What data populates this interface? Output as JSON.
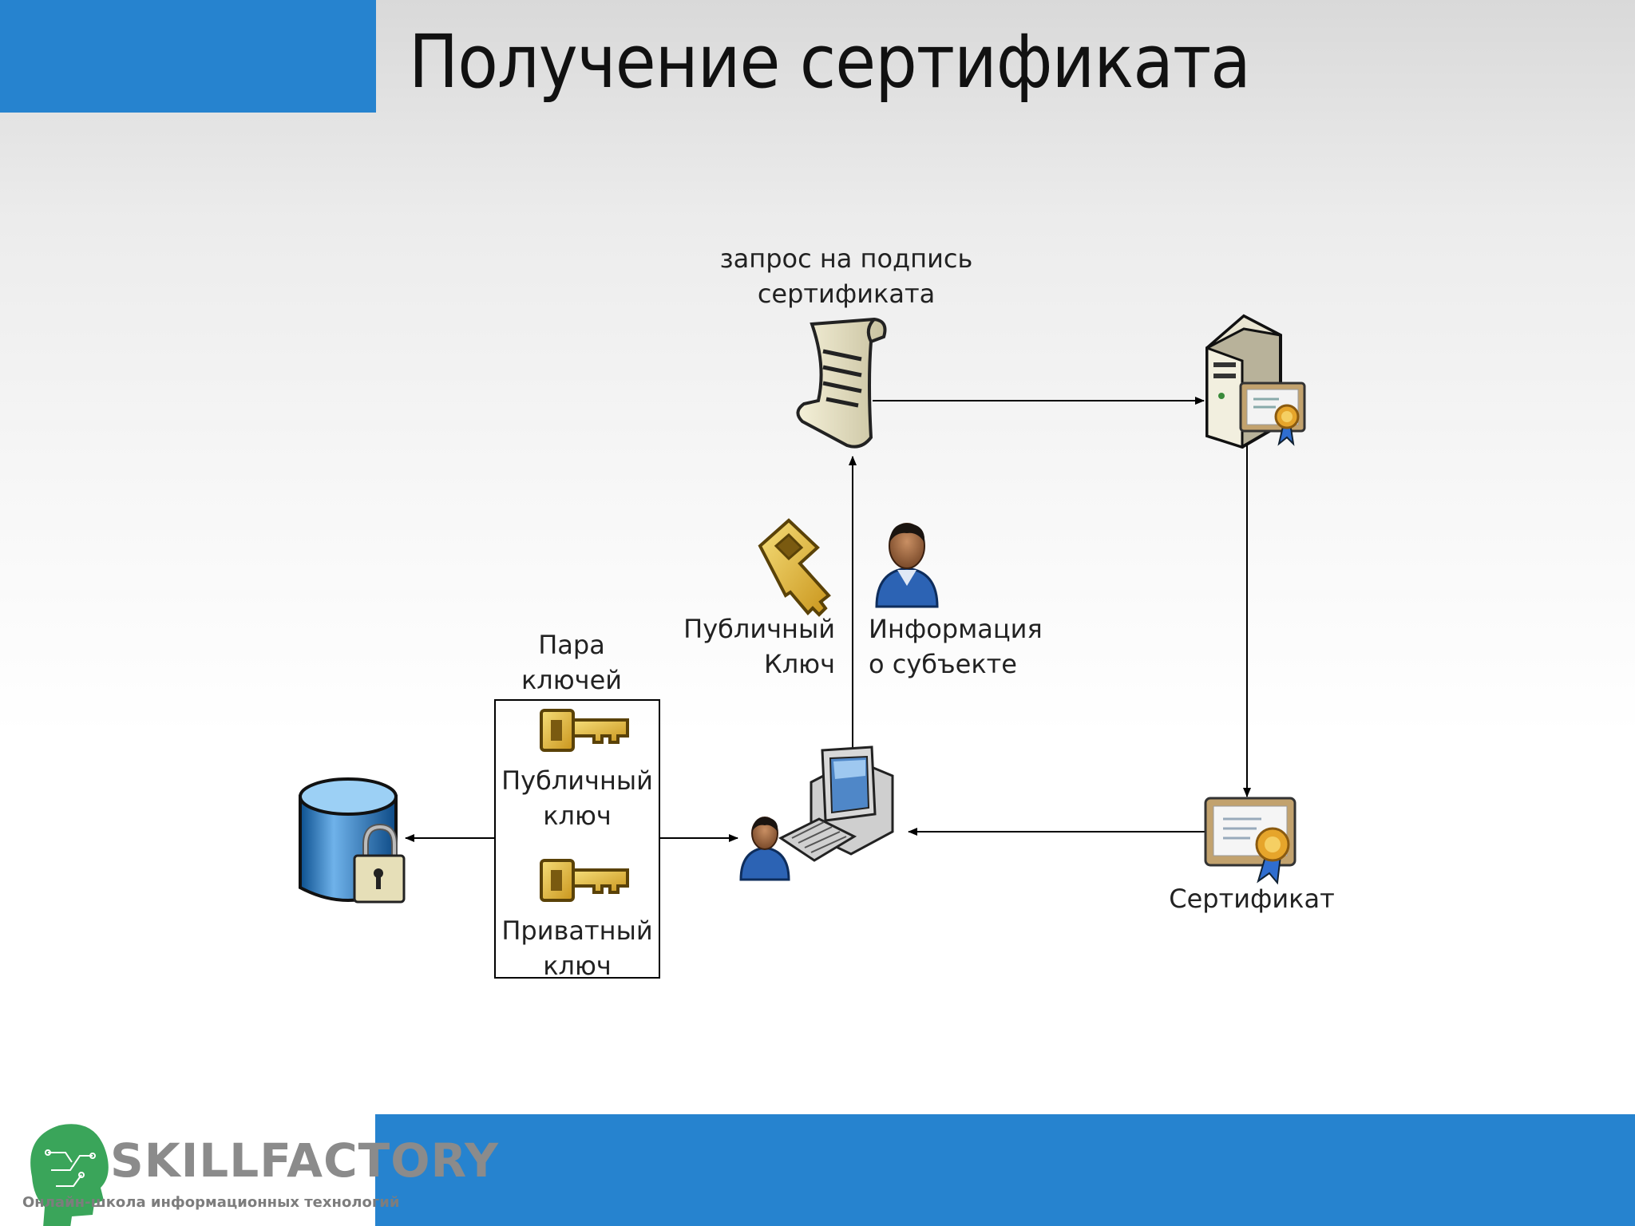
{
  "title": "Получение сертификата",
  "labels": {
    "request_line1": "запрос на подпись",
    "request_line2": "сертификата",
    "public_key_line1": "Публичный",
    "public_key_line2": "Ключ",
    "subject_info_line1": "Информация",
    "subject_info_line2": "о субъекте",
    "key_pair_line1": "Пара",
    "key_pair_line2": "ключей",
    "pair_public_line1": "Публичный",
    "pair_public_line2": "ключ",
    "pair_private_line1": "Приватный",
    "pair_private_line2": "ключ",
    "certificate": "Сертификат"
  },
  "logo": {
    "brand": "SKILLFACTORY",
    "tagline": "Онлайн-школа информационных технологий"
  },
  "colors": {
    "accent_bar": "#2683cf",
    "key_gold": "#e8bf3a",
    "logo_green": "#3aa55a"
  },
  "icons": [
    "scroll-icon",
    "ca-server-icon",
    "certificate-icon",
    "key-icon",
    "user-icon",
    "workstation-icon",
    "secure-database-icon",
    "brain-logo-icon"
  ]
}
